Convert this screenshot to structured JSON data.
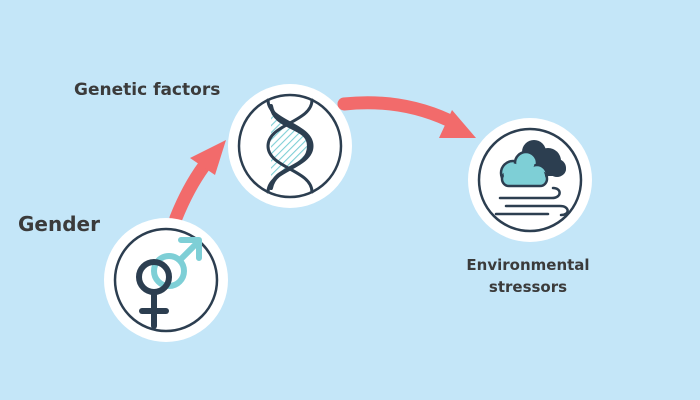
{
  "nodes": [
    {
      "id": "gender",
      "label": "Gender",
      "icon": "gender-symbol-icon"
    },
    {
      "id": "genetic",
      "label": "Genetic factors",
      "icon": "dna-icon"
    },
    {
      "id": "environment",
      "label_lines": [
        "Environmental",
        "stressors"
      ],
      "icon": "cloud-wind-icon"
    }
  ],
  "colors": {
    "background": "#c4e6f8",
    "arrow": "#f26b6b",
    "circle_fill": "#ffffff",
    "circle_stroke": "#2c3e50",
    "accent_teal": "#7ecfd6",
    "dark_navy": "#2c3e50",
    "label_text": "#3b3b3b"
  }
}
